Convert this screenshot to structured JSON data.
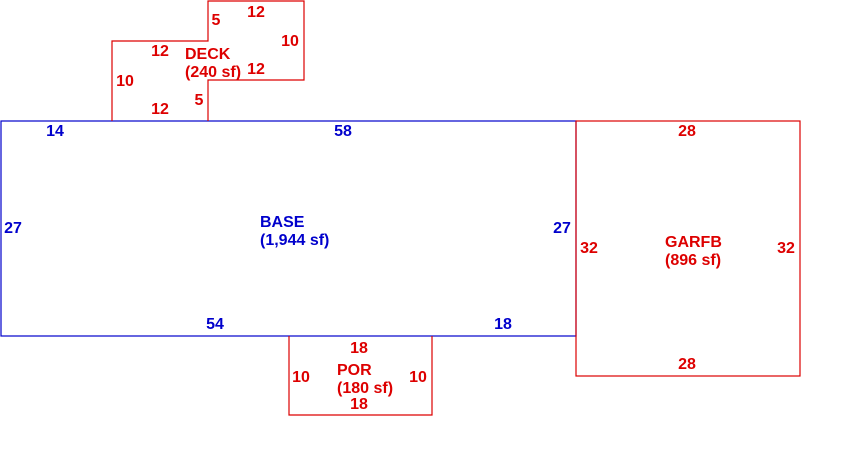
{
  "colors": {
    "base": "#0000cc",
    "other": "#dd0000",
    "background": "#ffffff"
  },
  "areas": {
    "base": {
      "name": "BASE",
      "area": "(1,944 sf)",
      "dims": {
        "top_left": "14",
        "top": "58",
        "left": "27",
        "right": "27",
        "bottom_left": "54",
        "bottom_right": "18"
      }
    },
    "deck": {
      "name": "DECK",
      "area": "(240 sf)",
      "dims": {
        "upper_left": "5",
        "upper_top": "12",
        "upper_right": "10",
        "upper_bottom": "12",
        "lower_top": "12",
        "lower_left": "10",
        "lower_bottom": "12",
        "lower_right": "5"
      }
    },
    "garfb": {
      "name": "GARFB",
      "area": "(896 sf)",
      "dims": {
        "top": "28",
        "left": "32",
        "right": "32",
        "bottom": "28"
      }
    },
    "por": {
      "name": "POR",
      "area": "(180 sf)",
      "dims": {
        "top": "18",
        "left": "10",
        "right": "10",
        "bottom": "18"
      }
    }
  }
}
